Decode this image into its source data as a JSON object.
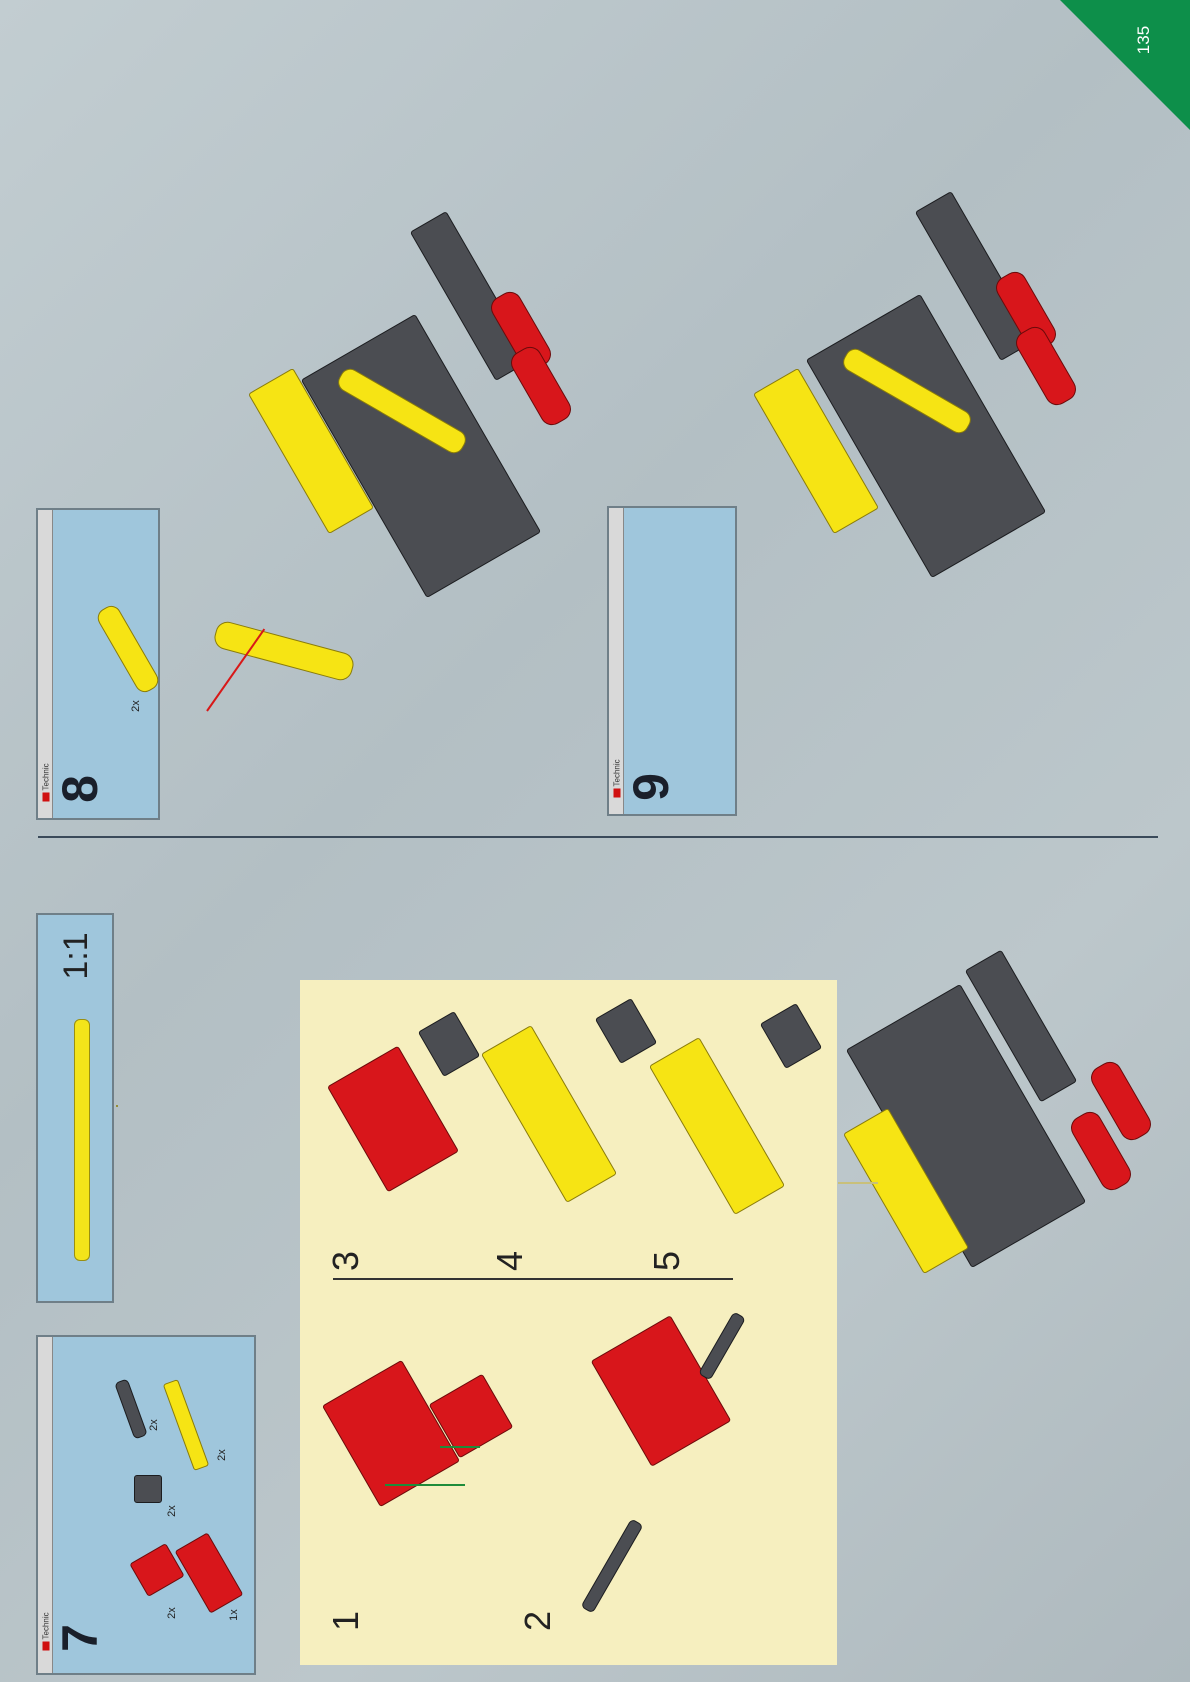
{
  "page": {
    "number": "135"
  },
  "steps": [
    {
      "number": "7",
      "brand": "Technic",
      "parts": [
        {
          "qty": "2x"
        },
        {
          "qty": "1x"
        },
        {
          "qty": "2x"
        },
        {
          "qty": "2x"
        },
        {
          "qty": "2x"
        }
      ]
    },
    {
      "number": "8",
      "brand": "Technic",
      "parts": [
        {
          "qty": "2x"
        }
      ]
    },
    {
      "number": "9",
      "brand": "Technic",
      "parts": []
    }
  ],
  "scale": {
    "text": "1:1"
  },
  "substeps": [
    "1",
    "2",
    "3",
    "4",
    "5"
  ],
  "colors": {
    "page_bg": "#b9c4c8",
    "panel": "#9fc6dc",
    "substep_bg": "#f6efbf",
    "corner": "#0d8f4a",
    "red": "#d8161b",
    "yellow": "#f6e414",
    "grey": "#4b4d52"
  }
}
